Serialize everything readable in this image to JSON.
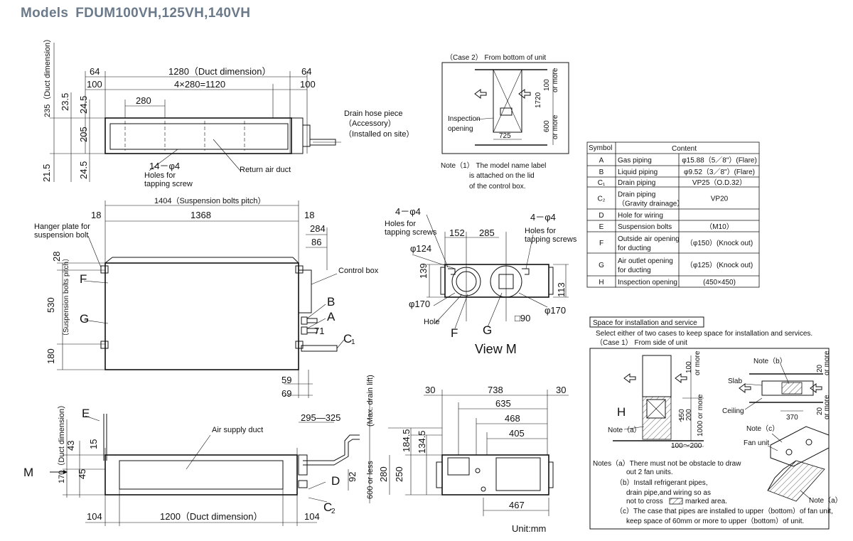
{
  "title": {
    "models_label": "Models",
    "model_names": "FDUM100VH,125VH,140VH"
  },
  "top_view": {
    "dims": [
      "64",
      "1280（Duct dimension）",
      "64",
      "100",
      "4×280=1120",
      "100",
      "280",
      "235（Duct dimension）",
      "23.5",
      "24.5",
      "205",
      "24.5",
      "21.5"
    ],
    "label_holes": "14－φ4",
    "label_holes2": "Holes for",
    "label_holes3": "tapping screw",
    "label_return": "Return air duct",
    "drain1": "Drain hose piece",
    "drain2": "（Accessory）",
    "drain3": "（Installed on site）"
  },
  "plan_view": {
    "dims": [
      "1404（Suspension bolts pitch）",
      "18",
      "1368",
      "18",
      "284",
      "86",
      "28",
      "530",
      "（Suspension bolts pitch）",
      "180",
      "59",
      "69",
      "71"
    ],
    "hanger1": "Hanger plate for",
    "hanger2": "suspension bolt",
    "control_box": "Control box",
    "letters": [
      "F",
      "G",
      "B",
      "A",
      "C",
      "1"
    ]
  },
  "side_view": {
    "dims": [
      "295―325",
      "(Max. drain lift)",
      "43",
      "15",
      "45",
      "170（Duct dimension）",
      "600 or less",
      "92",
      "104",
      "1200（Duct dimension）",
      "104"
    ],
    "supply": "Air supply duct",
    "letters": [
      "E",
      "M",
      "D",
      "C",
      "2"
    ]
  },
  "end_view": {
    "dims": [
      "30",
      "738",
      "30",
      "635",
      "468",
      "405",
      "184.5",
      "134.5",
      "280",
      "250",
      "467"
    ],
    "unit": "Unit:mm"
  },
  "case2": {
    "header": "（Case 2）   From bottom of unit",
    "dims": [
      "100",
      "or more",
      "1720",
      "600",
      "or more",
      "725"
    ],
    "inspection1": "Inspection",
    "inspection2": "opening",
    "note1": "Note（1）  The model name label",
    "note2": "is attached on the lid",
    "note3": "of the control box."
  },
  "view_m": {
    "holes_left1": "4－φ4",
    "holes_left2": "Holes for",
    "holes_left3": "tapping screws",
    "holes_right1": "4－φ4",
    "holes_right2": "Holes for",
    "holes_right3": "tapping screws",
    "dims": [
      "152",
      "285",
      "φ124",
      "139",
      "113",
      "φ170",
      "φ170",
      "□90"
    ],
    "hole": "Hole",
    "letters": [
      "F",
      "G"
    ],
    "title": "View M"
  },
  "symbol_table": {
    "header_symbol": "Symbol",
    "header_content": "Content",
    "rows": [
      {
        "sym": "A",
        "content": "Gas piping",
        "content2": "",
        "value": "φ15.88（5／8\"）(Flare)"
      },
      {
        "sym": "B",
        "content": "Liquid piping",
        "content2": "",
        "value": "φ9.52（3／8\"）(Flare)"
      },
      {
        "sym": "C₁",
        "content": "Drain piping",
        "content2": "",
        "value": "VP25（O.D.32）"
      },
      {
        "sym": "C₂",
        "content": "Drain piping",
        "content2": "（Gravity drainage）",
        "value": "VP20"
      },
      {
        "sym": "D",
        "content": "Hole for wiring",
        "content2": "",
        "value": ""
      },
      {
        "sym": "E",
        "content": "Suspension bolts",
        "content2": "",
        "value": "（M10）"
      },
      {
        "sym": "F",
        "content": "Outside air opening",
        "content2": "for ducting",
        "value": "（φ150）(Knock out)"
      },
      {
        "sym": "G",
        "content": "Air outlet opening",
        "content2": "for ducting",
        "value": "（φ125）(Knock out)"
      },
      {
        "sym": "H",
        "content": "Inspection opening",
        "content2": "",
        "value": "(450×450)"
      }
    ]
  },
  "space_section": {
    "title": "Space for installation and service",
    "intro": "Select either of two cases to keep space for installation and services.",
    "case1": "（Case 1）    From side of unit",
    "left_dims": [
      "100",
      "or more",
      "150",
      "～",
      "200",
      "1000 or more",
      "100～200"
    ],
    "letter_h": "H",
    "note_a_left": "Note（a）",
    "note_b": "Note（b）",
    "slab": "Slab",
    "ceiling": "Ceiling",
    "dim_370": "370",
    "right_dims": [
      "20",
      "or more",
      "20",
      "or more"
    ],
    "note_c": "Note（c）",
    "fan_unit": "Fan unit",
    "note_a_right": "Note（a）",
    "notes": [
      "Notes（a）There must not be obstacle to draw",
      "out 2 fan units.",
      "（b）Install refrigerant pipes,",
      "drain pipe,and wiring so as",
      "not to cross",
      "marked area.",
      "（c）The case that pipes are installed to upper（bottom）of fan unit,",
      "keep space of 60mm or more to upper（bottom）of unit."
    ]
  }
}
